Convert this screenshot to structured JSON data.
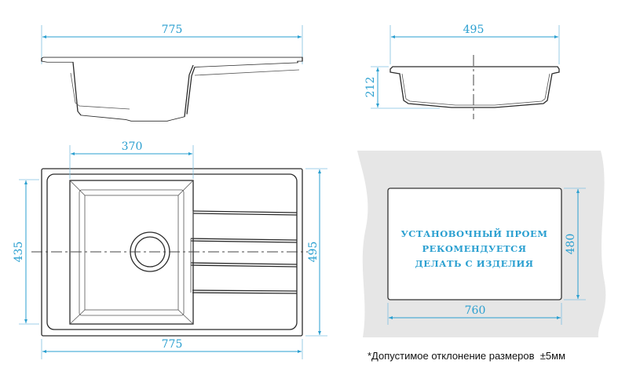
{
  "side_view": {
    "width_label": "775"
  },
  "end_view": {
    "width_label": "495",
    "depth_label": "212"
  },
  "top_view": {
    "bowl_width_label": "370",
    "bowl_length_label": "435",
    "overall_width_label": "495",
    "overall_length_label": "775"
  },
  "cutout": {
    "note_lines": [
      "УСТАНОВОЧНЫЙ ПРОЕМ",
      "РЕКОМЕНДУЕТСЯ",
      "ДЕЛАТЬ С ИЗДЕЛИЯ"
    ],
    "height_label": "480",
    "width_label": "760"
  },
  "footnote": "*Допустимое отклонение размеров  ±5мм",
  "colors": {
    "dimension": "#2a9fd0",
    "panel": "#e6e6e6",
    "line": "#2b2b2b"
  }
}
